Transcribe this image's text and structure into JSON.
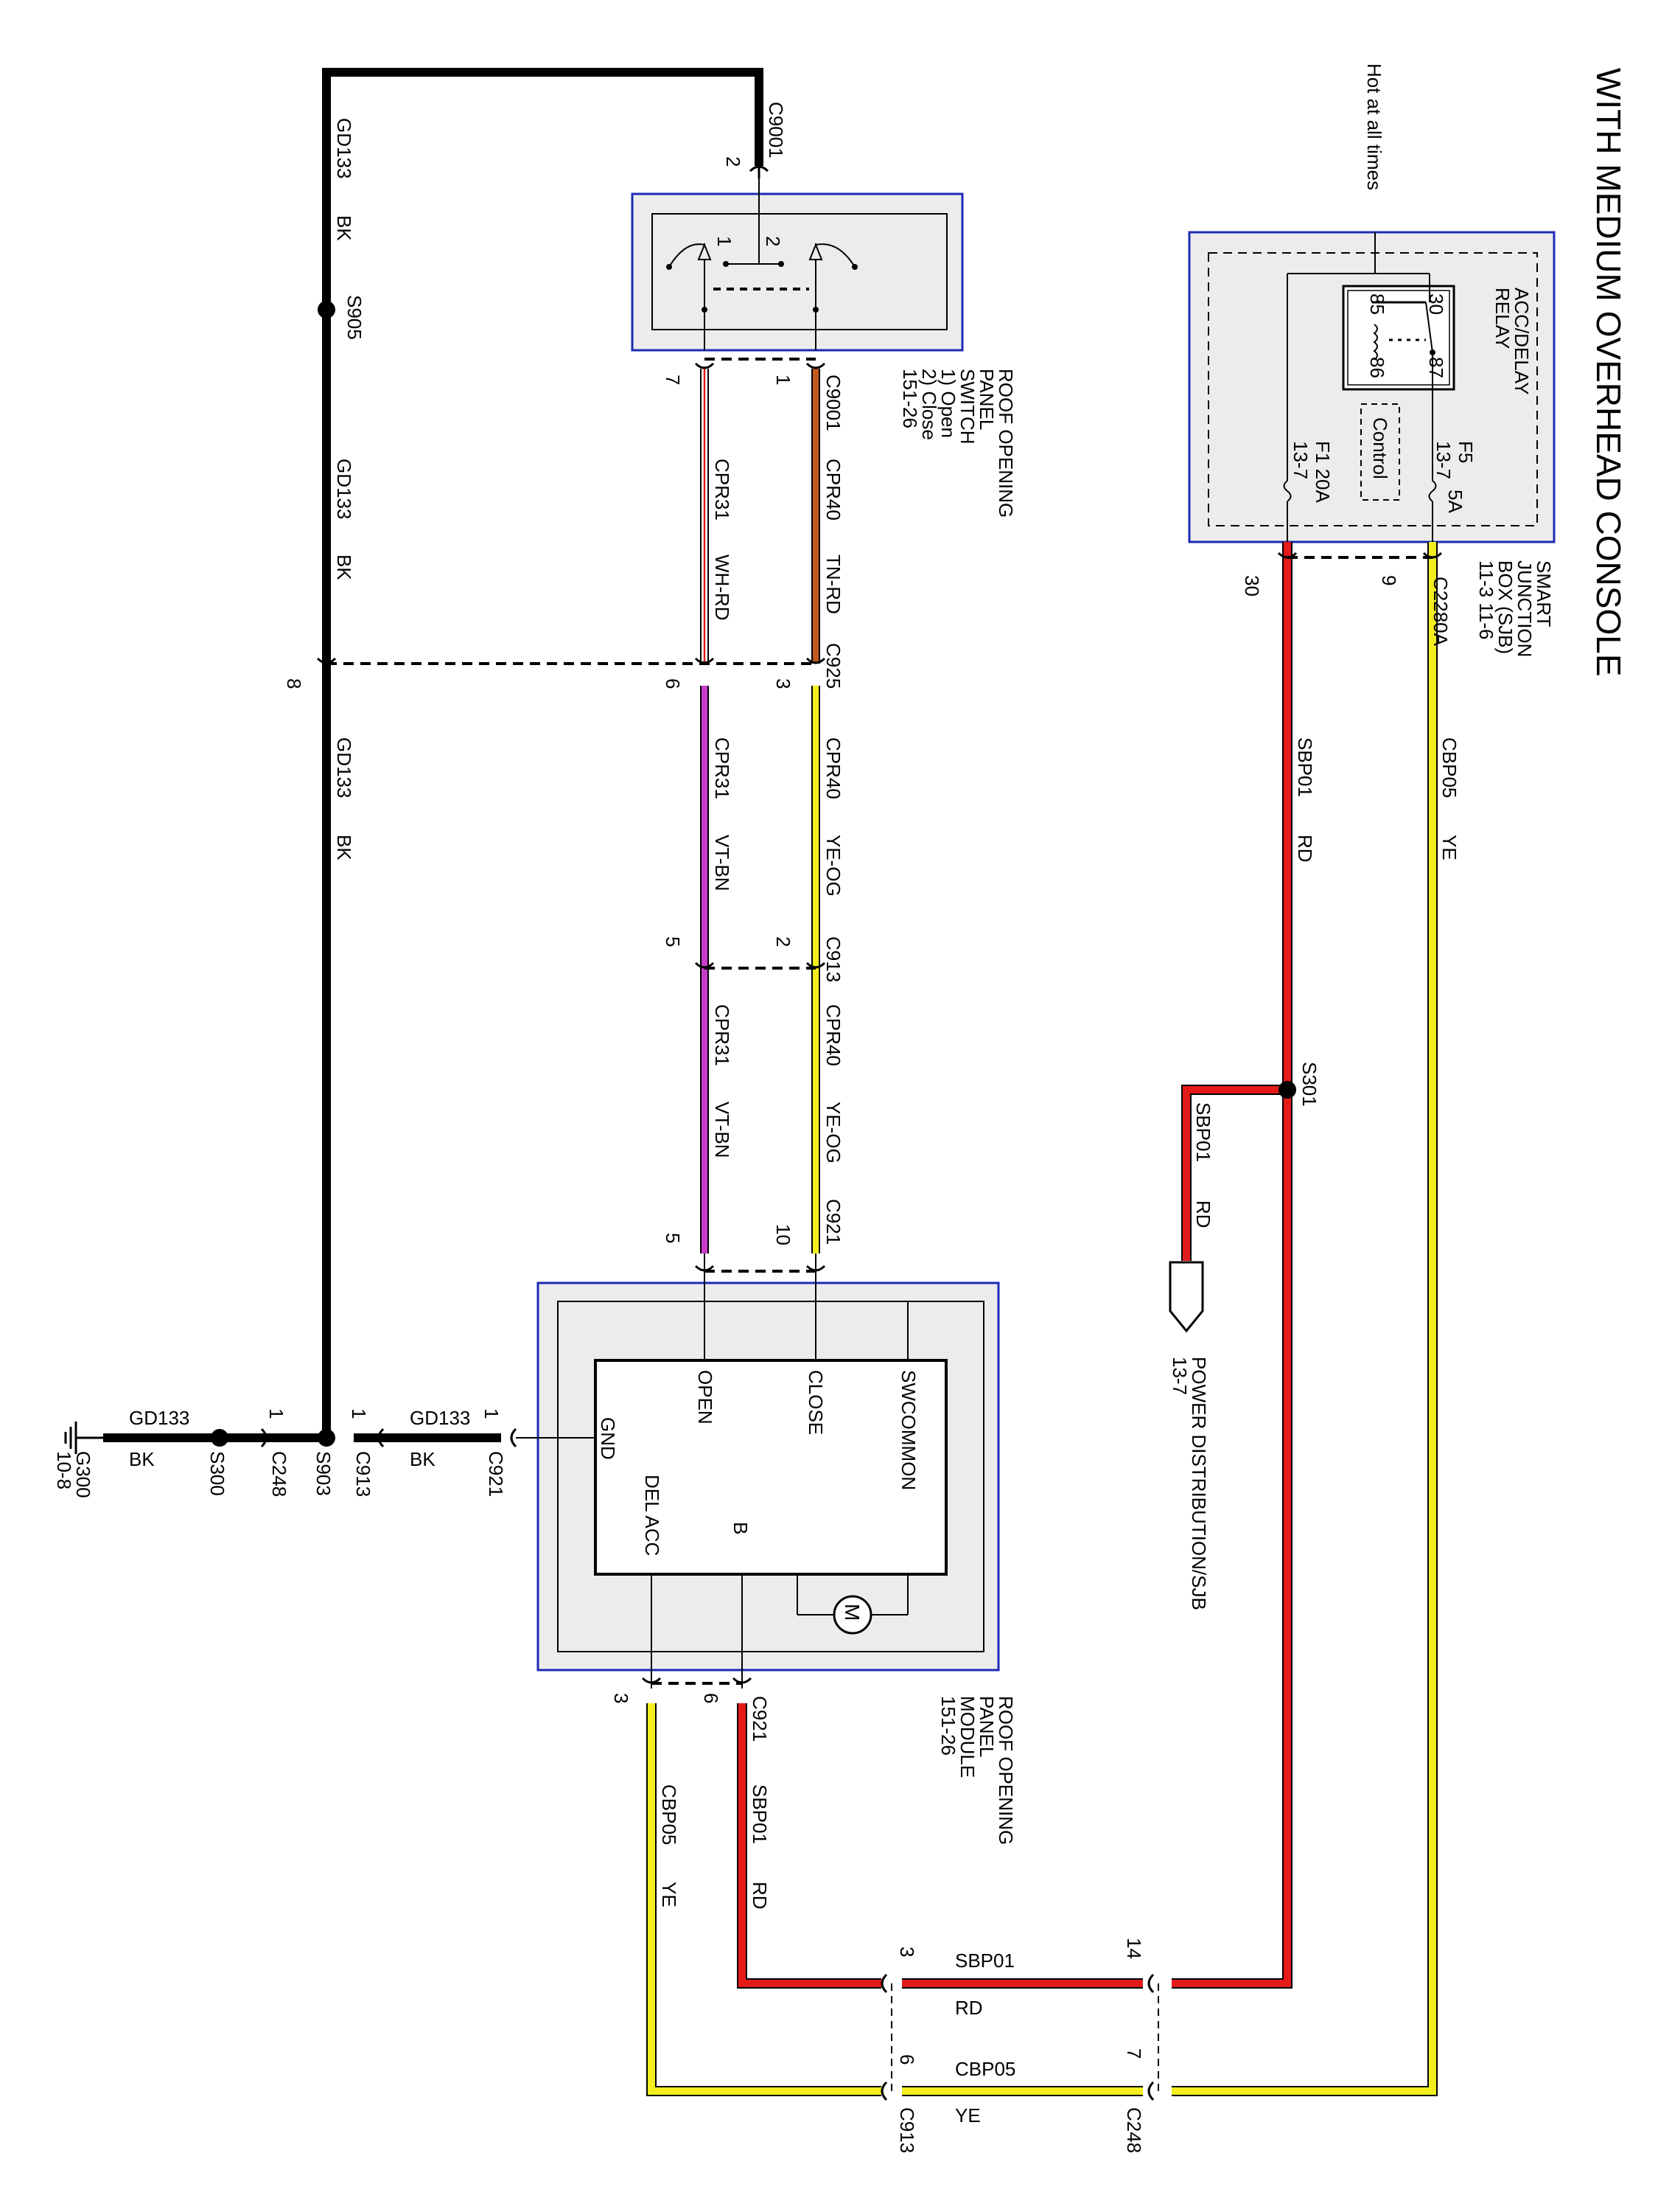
{
  "title": "WITH MEDIUM OVERHEAD CONSOLE",
  "hot_note": "Hot at all times",
  "colors": {
    "red": "#e41a1a",
    "yellow": "#f2ee1f",
    "orange": "#c05a1e",
    "violet": "#c83cc8",
    "black": "#000000",
    "white": "#ffffff",
    "box_border": "#1c2bb5",
    "box_fill": "#ececec"
  },
  "components": {
    "relay": {
      "name_lines": [
        "ACC/DELAY",
        "RELAY"
      ],
      "pins": [
        "30",
        "85",
        "86",
        "87"
      ],
      "control": "Control"
    },
    "fuses": {
      "f5": "F5",
      "f5_amp": "5A",
      "f5_ref": "13-7",
      "f1": "F1 20A",
      "f1_ref": "13-7"
    },
    "sjb": {
      "name_lines": [
        "SMART",
        "JUNCTION",
        "BOX (SJB)",
        "11-3    11-6"
      ]
    },
    "switch": {
      "name_lines": [
        "ROOF OPENING",
        "PANEL",
        "SWITCH",
        "1) Open",
        "2) Close",
        "151-26"
      ],
      "inner_pins": [
        "1",
        "2"
      ]
    },
    "module": {
      "name_lines": [
        "ROOF OPENING",
        "PANEL",
        "MODULE",
        "151-26"
      ],
      "pins": {
        "open": "OPEN",
        "close": "CLOSE",
        "swcommon": "SWCOMMON",
        "gnd": "GND",
        "del_acc": "DEL ACC",
        "b": "B"
      },
      "motor": "M"
    },
    "power_dist": {
      "label": "POWER DISTRIBUTION/SJB",
      "ref": "13-7"
    },
    "ground": {
      "name": "G300",
      "ref": "10-8"
    }
  },
  "connectors": {
    "c9001": "C9001",
    "c925": "C925",
    "c913": "C913",
    "c921": "C921",
    "c2280a": "C2280A",
    "c248": "C248"
  },
  "splices": {
    "s905": "S905",
    "s301": "S301",
    "s300": "S300",
    "s903": "S903"
  },
  "pins": {
    "p1": "1",
    "p2": "2",
    "p3": "3",
    "p5": "5",
    "p6": "6",
    "p7": "7",
    "p8": "8",
    "p9": "9",
    "p10": "10",
    "p14": "14",
    "p30": "30"
  },
  "circuits": {
    "gd133": "GD133",
    "bk": "BK",
    "cpr31": "CPR31",
    "cpr40": "CPR40",
    "whrd": "WH-RD",
    "tnrd": "TN-RD",
    "vtbn": "VT-BN",
    "yeog": "YE-OG",
    "sbp01": "SBP01",
    "rd": "RD",
    "cbp05": "CBP05",
    "ye": "YE"
  }
}
